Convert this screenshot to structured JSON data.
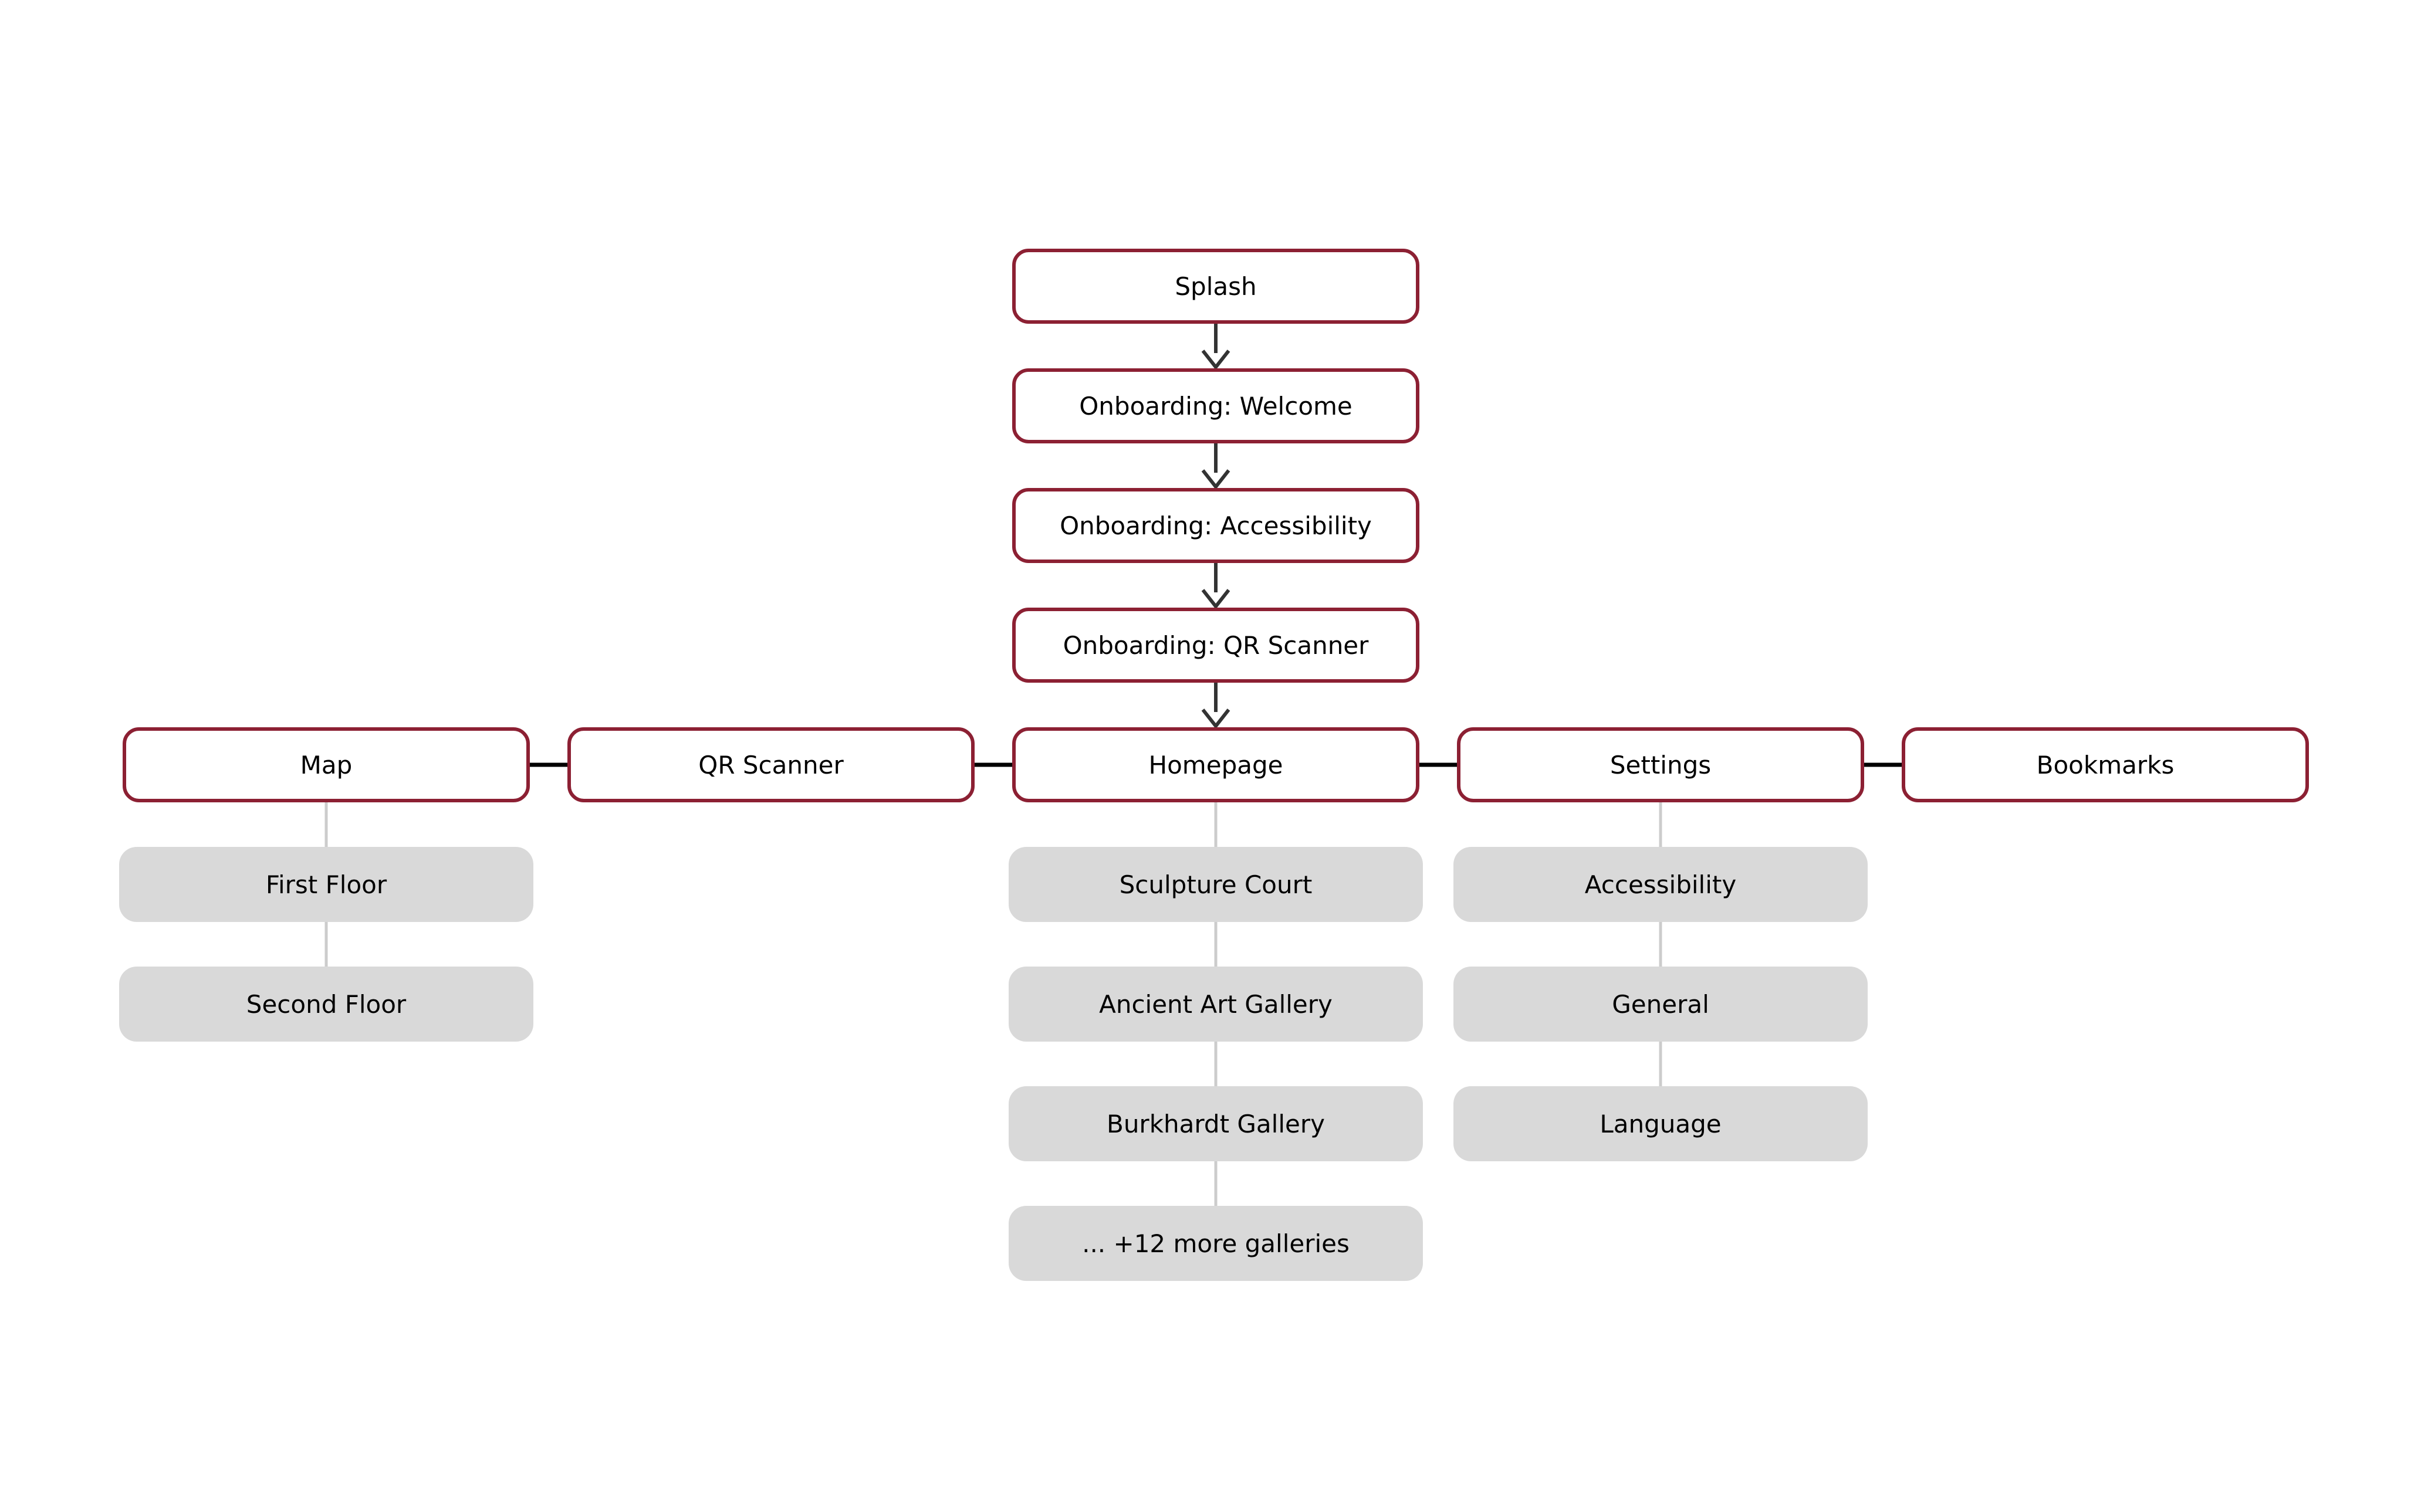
{
  "diagram": {
    "type": "flowchart",
    "background": "#FFFFFF",
    "colors": {
      "background": "#FFFFFF",
      "node_border": "#8C2033",
      "node_fill": "#FFFFFF",
      "child_fill": "#D9D9D9",
      "text": "#000000",
      "arrow": "#333333",
      "link": "#000000",
      "child_link": "#CCCCCC"
    },
    "nodes": {
      "splash": "Splash",
      "onboarding_welcome": "Onboarding: Welcome",
      "onboarding_accessibility": "Onboarding: Accessibility",
      "onboarding_qr": "Onboarding: QR Scanner",
      "map": "Map",
      "qr_scanner": "QR Scanner",
      "homepage": "Homepage",
      "settings": "Settings",
      "bookmarks": "Bookmarks",
      "first_floor": "First Floor",
      "second_floor": "Second Floor",
      "sculpture_court": "Sculpture Court",
      "ancient_art_gallery": "Ancient Art Gallery",
      "burkhardt_gallery": "Burkhardt Gallery",
      "more_galleries": "... +12 more galleries",
      "settings_accessibility": "Accessibility",
      "settings_general": "General",
      "settings_language": "Language"
    },
    "flow_edges": [
      [
        "splash",
        "onboarding_welcome"
      ],
      [
        "onboarding_welcome",
        "onboarding_accessibility"
      ],
      [
        "onboarding_accessibility",
        "onboarding_qr"
      ],
      [
        "onboarding_qr",
        "homepage"
      ]
    ],
    "sibling_links": [
      [
        "map",
        "qr_scanner"
      ],
      [
        "qr_scanner",
        "homepage"
      ],
      [
        "homepage",
        "settings"
      ],
      [
        "settings",
        "bookmarks"
      ]
    ],
    "child_links": [
      [
        "map",
        "first_floor"
      ],
      [
        "first_floor",
        "second_floor"
      ],
      [
        "homepage",
        "sculpture_court"
      ],
      [
        "sculpture_court",
        "ancient_art_gallery"
      ],
      [
        "ancient_art_gallery",
        "burkhardt_gallery"
      ],
      [
        "burkhardt_gallery",
        "more_galleries"
      ],
      [
        "settings",
        "settings_accessibility"
      ],
      [
        "settings_accessibility",
        "settings_general"
      ],
      [
        "settings_general",
        "settings_language"
      ]
    ]
  }
}
